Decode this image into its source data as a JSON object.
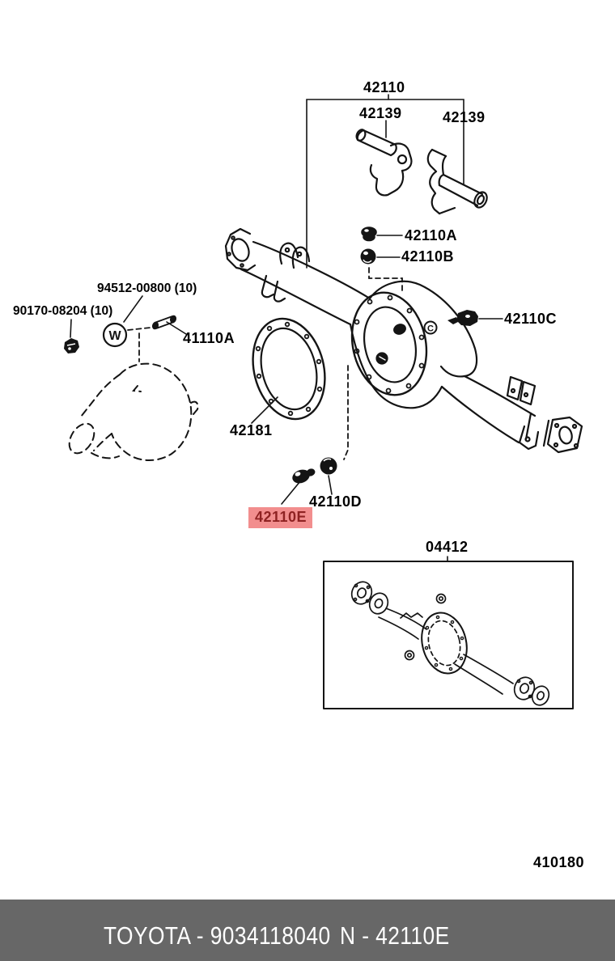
{
  "labels": {
    "l42110": "42110",
    "l42139_left": "42139",
    "l42139_right": "42139",
    "l42110a": "42110A",
    "l42110b": "42110B",
    "l94512": "94512-00800 (10)",
    "l90170": "90170-08204 (10)",
    "l41110a": "41110A",
    "l42110c": "42110C",
    "l42181": "42181",
    "l42110d": "42110D",
    "l42110e": "42110E",
    "l04412": "04412",
    "page_code": "410180"
  },
  "marks": {
    "washer": "W",
    "casting": "C"
  },
  "highlight": {
    "part": "42110E",
    "bg": "#F28E8E",
    "text_color": "#8F2222"
  },
  "footer": {
    "left": "TOYOTA - 9034118040",
    "right": "N - 42110E",
    "bg": "#676767",
    "text_color": "#FFFFFF"
  },
  "line_color": "#141414"
}
